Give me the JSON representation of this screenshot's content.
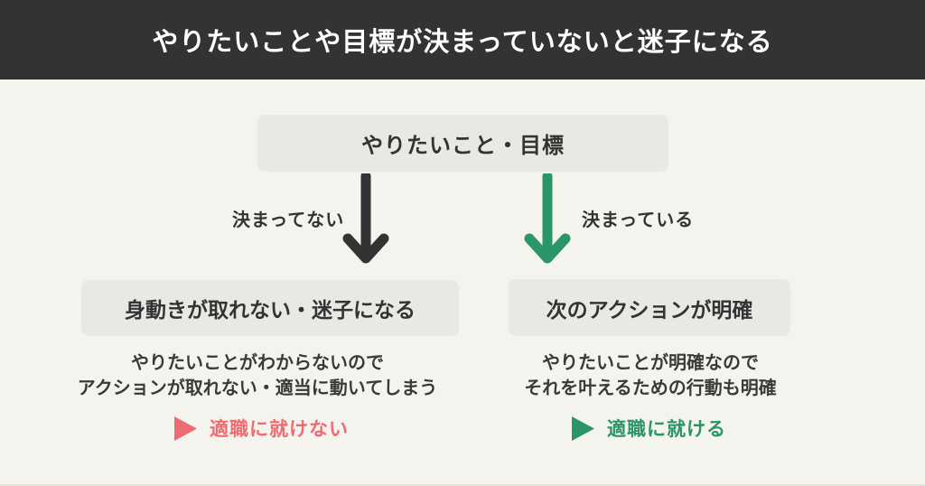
{
  "header": {
    "title": "やりたいことや目標が決まっていないと迷子になる"
  },
  "diagram": {
    "root_box": {
      "label": "やりたいこと・目標"
    },
    "branches": [
      {
        "arrow_label": "決まってない",
        "arrow_color": "#333333",
        "result_box_label": "身動きが取れない・迷子になる",
        "description_line1": "やりたいことがわからないので",
        "description_line2": "アクションが取れない・適当に動いてしまう",
        "outcome_label": "適職に就けない",
        "outcome_color": "#ed6c71"
      },
      {
        "arrow_label": "決まっている",
        "arrow_color": "#2a9566",
        "result_box_label": "次のアクションが明確",
        "description_line1": "やりたいことが明確なので",
        "description_line2": "それを叶えるための行動も明確",
        "outcome_label": "適職に就ける",
        "outcome_color": "#2a9566"
      }
    ]
  },
  "colors": {
    "header_background": "#333333",
    "page_background": "#f4f3ee",
    "box_background": "#e9e8e4",
    "text_dark": "#333333",
    "negative_accent": "#ed6c71",
    "positive_accent": "#2a9566"
  }
}
